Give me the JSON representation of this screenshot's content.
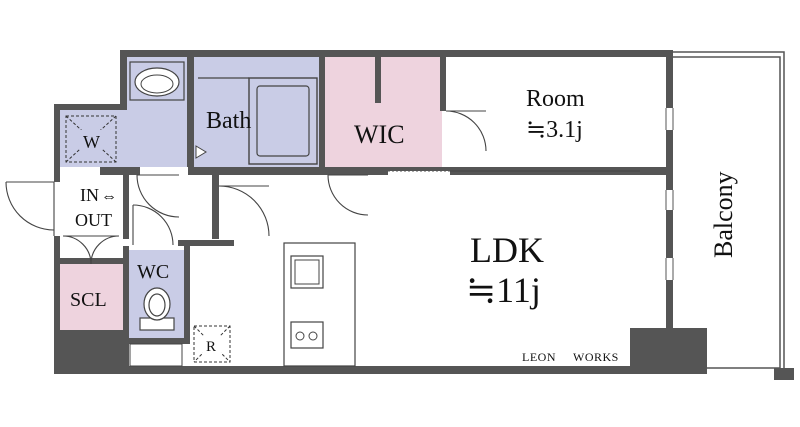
{
  "rooms": {
    "bath": "Bath",
    "wic": "WIC",
    "room_name": "Room",
    "room_size": "≒3.1j",
    "ldk_name": "LDK",
    "ldk_size": "≒11j",
    "wc": "WC",
    "scl": "SCL",
    "balcony": "Balcony",
    "washer": "W",
    "fridge": "R",
    "entry_in": "IN",
    "entry_arrow": "⇔",
    "entry_out": "OUT"
  },
  "brand": {
    "left": "LEON",
    "right": "WORKS"
  },
  "colors": {
    "wall": "#555555",
    "wet_area": "#c9cce6",
    "storage": "#eed3de",
    "floor": "#ffffff",
    "line": "#333333"
  }
}
